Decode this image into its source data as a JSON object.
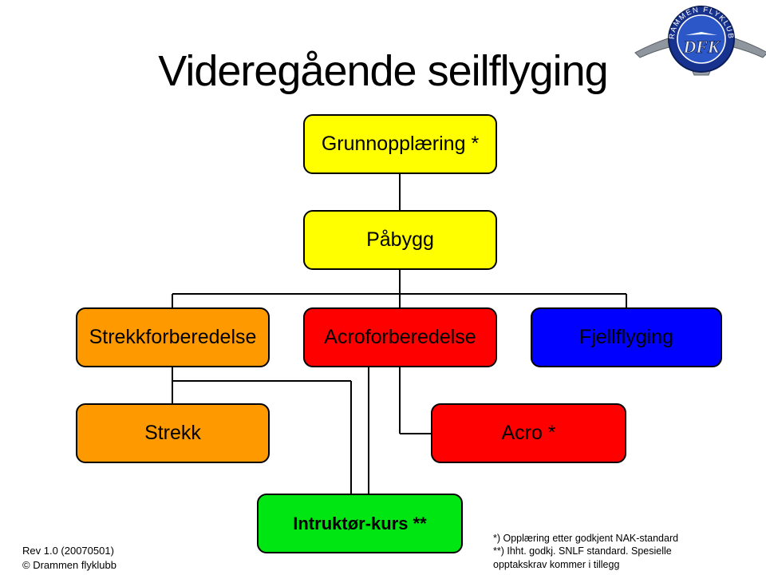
{
  "title": "Videregående seilflyging",
  "logo": {
    "ring_text": "DRAMMEN FLYKLUBB",
    "monogram": "DFK"
  },
  "colors": {
    "yellow": "#ffff00",
    "orange": "#ff9900",
    "red": "#ff0000",
    "blue": "#0000ff",
    "green": "#00e613",
    "line": "#000000"
  },
  "nodes": [
    {
      "id": "grunnopplaering",
      "label": "Grunnopplæring *",
      "color": "#ffff00"
    },
    {
      "id": "paabygg",
      "label": "Påbygg",
      "color": "#ffff00"
    },
    {
      "id": "strekkforberedelse",
      "label": "Strekkforberedelse",
      "color": "#ff9900"
    },
    {
      "id": "acroforberedelse",
      "label": "Acroforberedelse",
      "color": "#ff0000"
    },
    {
      "id": "fjellflyging",
      "label": "Fjellflyging",
      "color": "#0000ff"
    },
    {
      "id": "strekk",
      "label": "Strekk",
      "color": "#ff9900"
    },
    {
      "id": "acro",
      "label": "Acro *",
      "color": "#ff0000"
    },
    {
      "id": "instruktorkurs",
      "label": "Intruktør-kurs **",
      "color": "#00e613"
    }
  ],
  "footer": {
    "rev": "Rev 1.0 (20070501)",
    "copyright": "© Drammen flyklubb",
    "notes": [
      "*) Opplæring etter godkjent NAK-standard",
      "**) Ihht. godkj. SNLF standard. Spesielle",
      "opptakskrav kommer i tillegg"
    ]
  }
}
